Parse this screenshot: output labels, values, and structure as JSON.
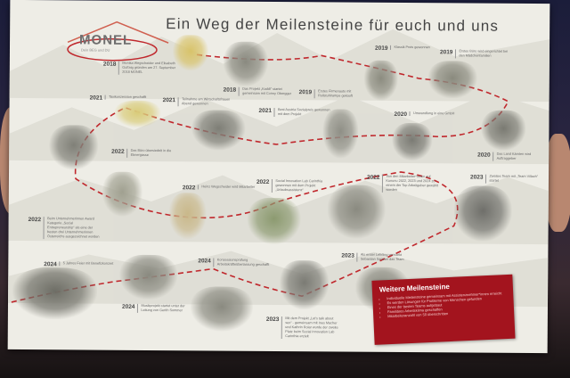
{
  "poster": {
    "logo": {
      "name": "MONEL",
      "subtitle": "Dein BEG und DU"
    },
    "title": "Ein Weg der Meilensteine für euch und uns",
    "milestones": [
      {
        "year": "2018",
        "text": "Monika Wegscheider und Elisabeth Gußnig gründen am 27. September 2018 MONEL"
      },
      {
        "year": "2018",
        "text": "Das Projekt „Kaddi“ startet gemeinsam mit Conny Obergger"
      },
      {
        "year": "2019",
        "text": "Erstes Firmenauto mit Rollstuhlrampe gekauft"
      },
      {
        "year": "2019",
        "text": "Klassik Preis gewonnen"
      },
      {
        "year": "2019",
        "text": "Erstes Büro wird eingerichtet bei den Mädchenfamilien"
      },
      {
        "year": "2021",
        "text": "Taxikonzession geschafft"
      },
      {
        "year": "2021",
        "text": "Teilnahme am Wirtschaftsfrauen Abend gewonnen"
      },
      {
        "year": "2021",
        "text": "Best Austria Sozialpreis gewonnen mit dem Projekt"
      },
      {
        "year": "2020",
        "text": "Umwandlung in eine GmbH"
      },
      {
        "year": "2020",
        "text": "Das Land Kärnten wird Auftraggeber"
      },
      {
        "year": "2022",
        "text": "Das Büro übersiedelt in die Ebnergasse"
      },
      {
        "year": "2022",
        "text": "Heinz Wegscheider wird Mitarbeiter"
      },
      {
        "year": "2022",
        "text": "Social Innovation Lab Carinthia gewonnen mit dem Projekt „Urlaubsassistenz“"
      },
      {
        "year": "2022",
        "text": "Von den Mitarbeiter*innen auf Kununu 2022, 2023 und 2024 zu einem der Top Arbeitgeber gewählt worden"
      },
      {
        "year": "2023",
        "text": "Zweites Team mit „Team Villach“ startet"
      },
      {
        "year": "2022",
        "text": "Beim Unternehmerinnen Award Kategorie „Social Entrepreneurship“ als eine der besten drei Unternehmerinnen Österreichs ausgezeichnet worden"
      },
      {
        "year": "2024",
        "text": "5 Jahres Feier mit Benefizkonzert"
      },
      {
        "year": "2024",
        "text": "Musikprojekt startet unter der Leitung von Gerith Sommer"
      },
      {
        "year": "2024",
        "text": "Konzessionsprüfung Arbeitskräfteüberlassung geschafft"
      },
      {
        "year": "2023",
        "text": "Als erster Lehrling verstärkt Sebastian Santner das Team"
      },
      {
        "year": "2023",
        "text": "Mit dem Projekt „Let's talk about sex“ - gemeinsam mit Ines Macher und Kathrin Rolar wurde der zweite Platz beim Social Innovation Lab Carinthia erzielt"
      }
    ],
    "more": {
      "title": "Weitere Meilensteine",
      "items": [
        "Individuelle Meilensteine gemeinsam mit Assistenznehmer*innen erreicht",
        "Es werden Lösungen für Probleme von Menschen gefunden",
        "Eines der besten Teams aufgebaut",
        "Familiäres Arbeitsklima geschaffen",
        "Mitarbeiteranzahl von 50 überschritten"
      ]
    },
    "colors": {
      "path": "#c0282d",
      "box": "#a3141e",
      "paper": "#eeede6"
    }
  }
}
